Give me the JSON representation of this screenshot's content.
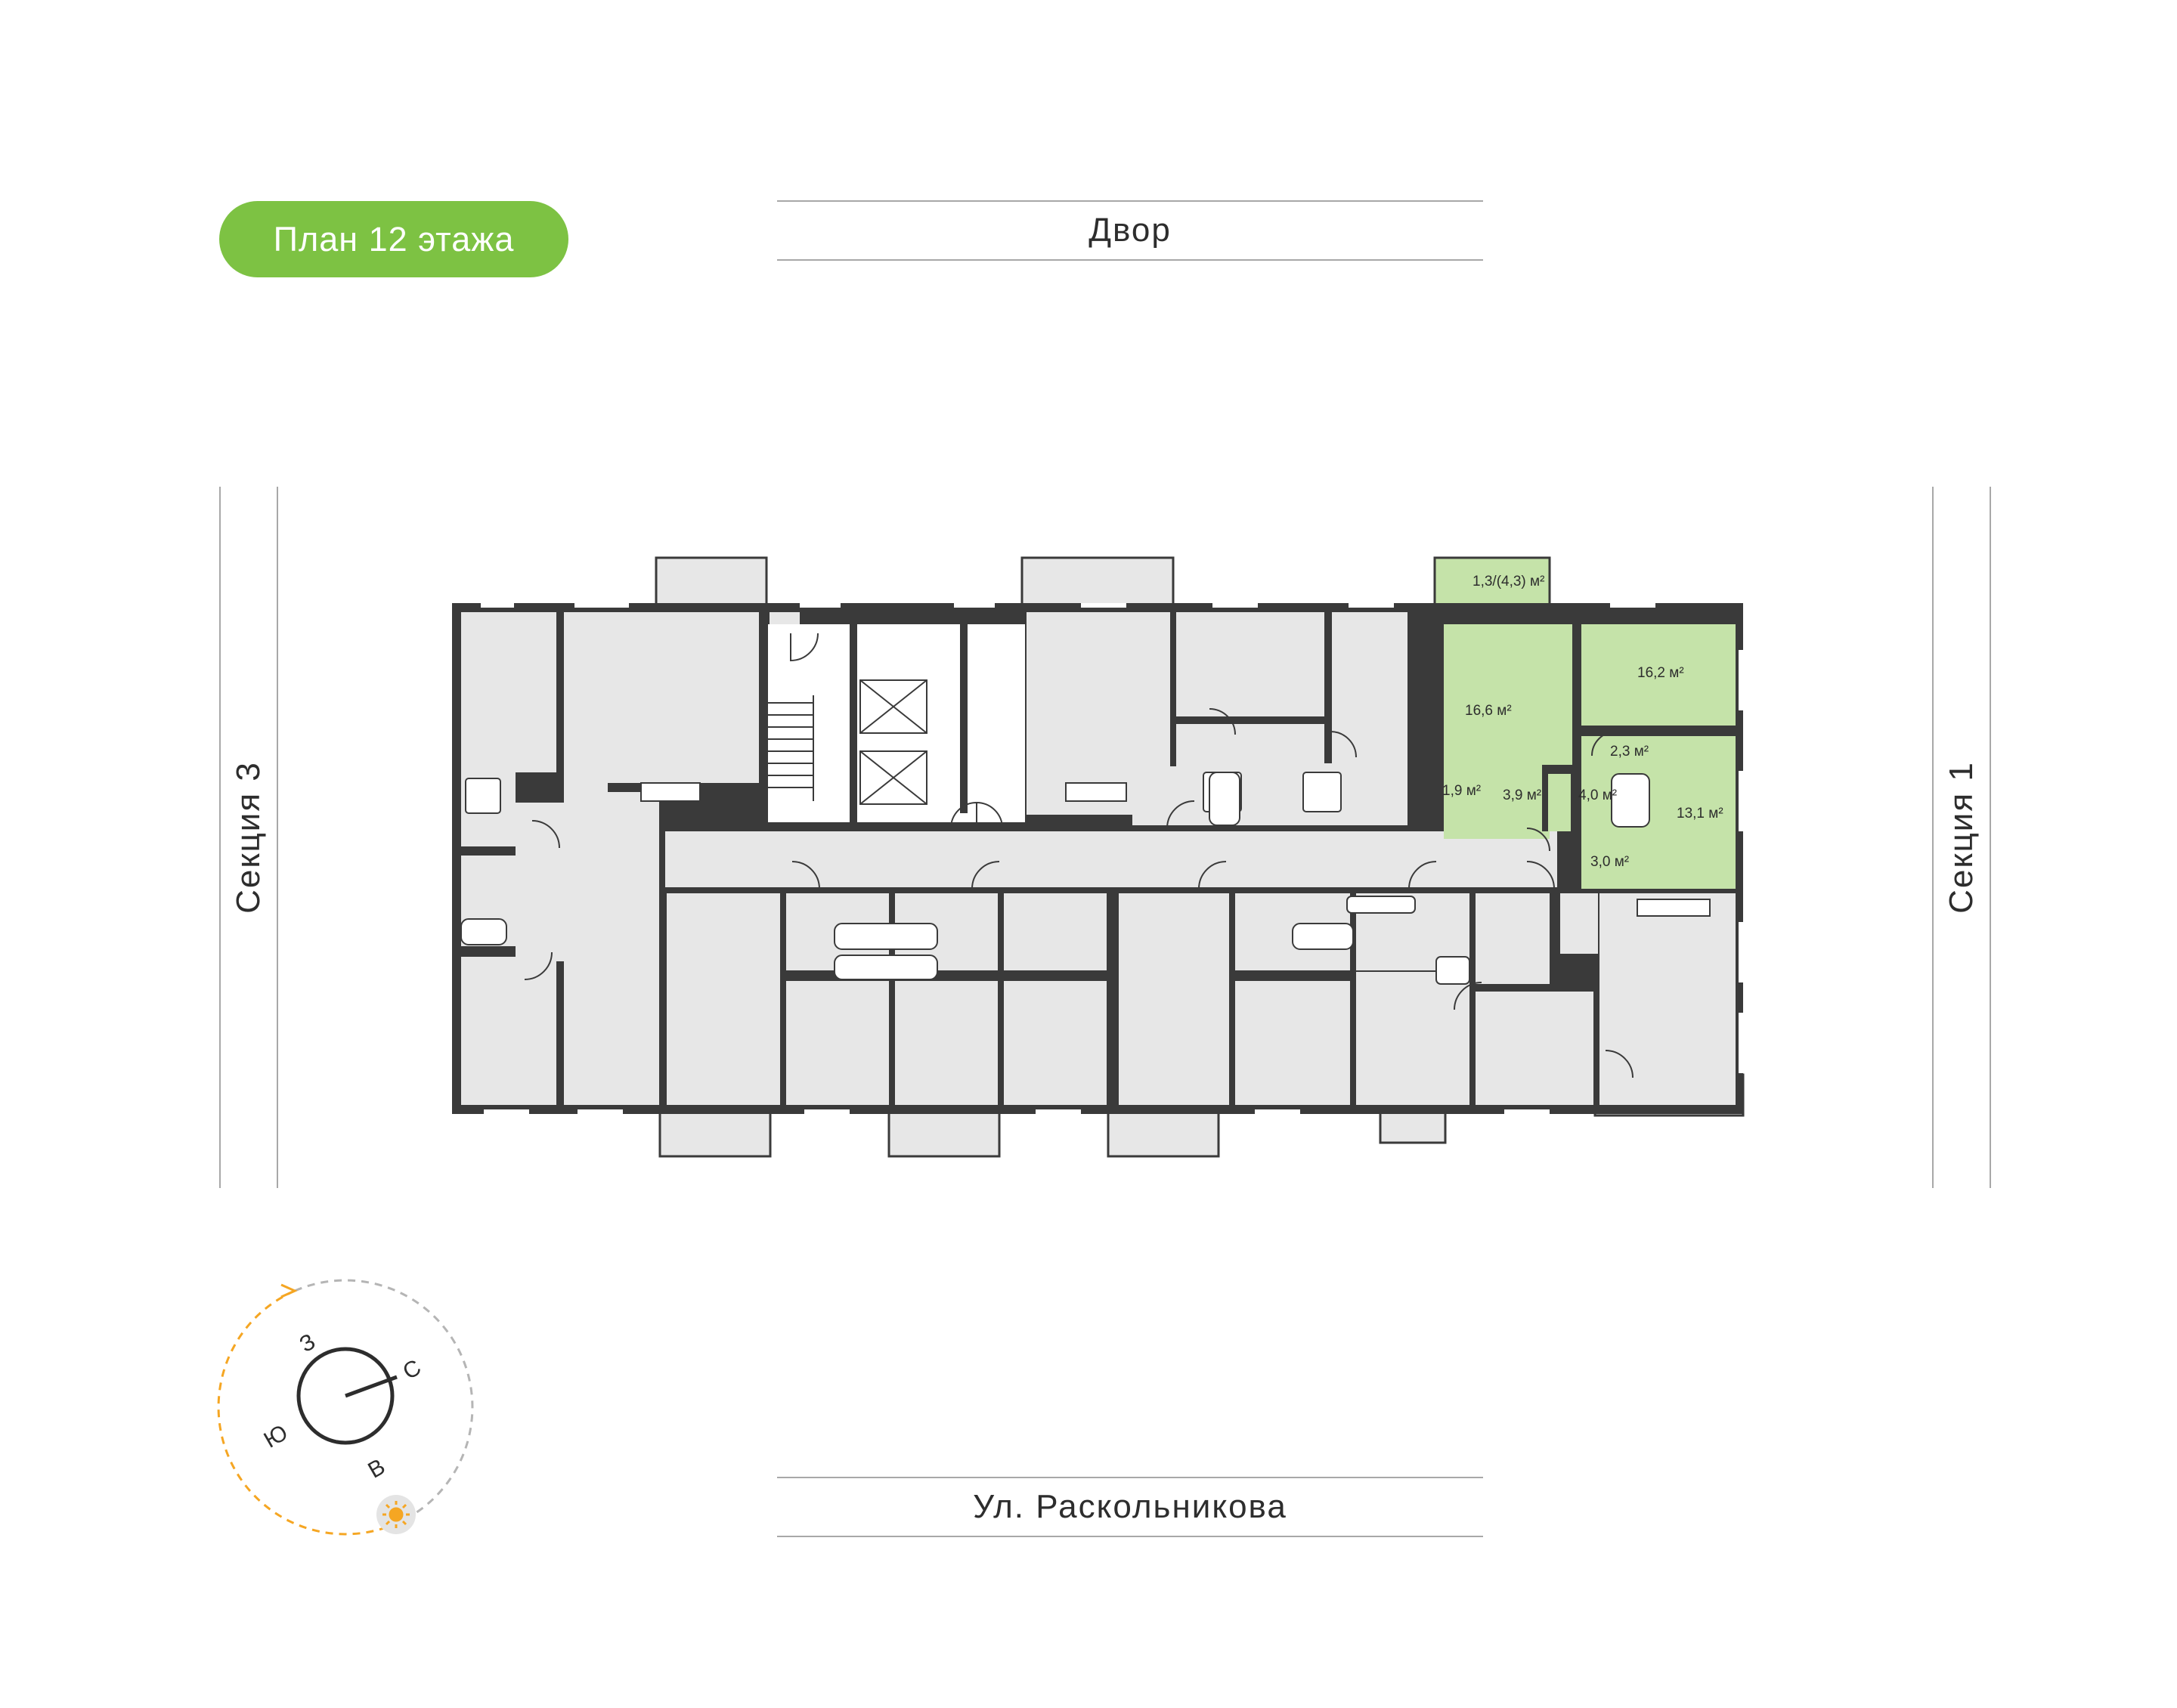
{
  "floor_badge": "План 12 этажа",
  "streets": {
    "top": "Двор",
    "bottom": "Ул. Раскольникова"
  },
  "sections": {
    "left": "Секция 3",
    "right": "Секция 1"
  },
  "areas": {
    "balcony": "1,3/(4,3) м²",
    "room_a": "16,2 м²",
    "room_b": "16,6 м²",
    "room_c": "2,3 м²",
    "room_d": "1,9 м²",
    "room_e": "3,9 м²",
    "room_f": "4,0 м²",
    "room_g": "13,1 м²",
    "room_h": "3,0 м²"
  },
  "compass": {
    "north": "С",
    "south": "Ю",
    "west": "З",
    "east": "В"
  },
  "colors": {
    "highlight": "#c5e3a9",
    "accent": "#7dc243",
    "room": "#e7e7e7",
    "wall": "#3a3a3a",
    "sun": "#f5a623"
  }
}
